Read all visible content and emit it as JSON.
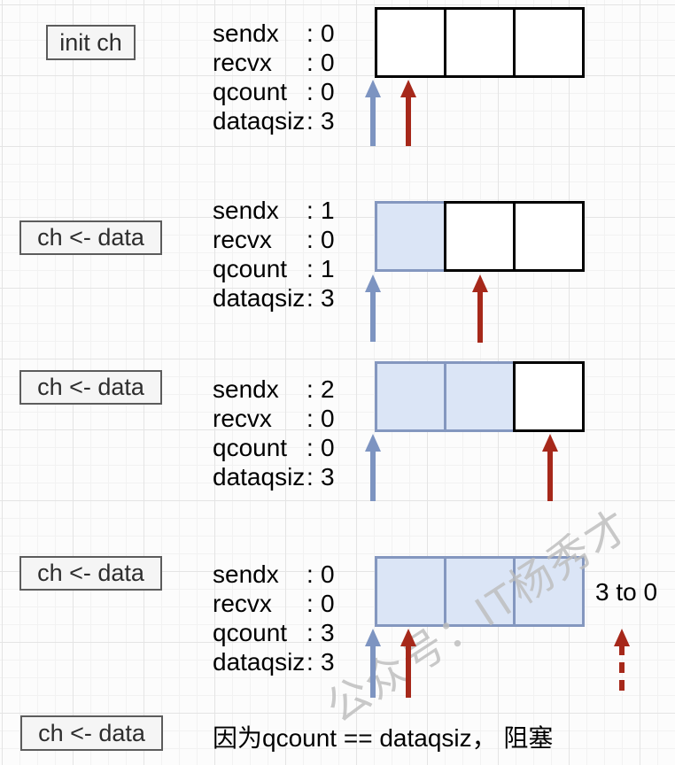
{
  "colors": {
    "blue": "#7d94c1",
    "red": "#a6281a",
    "slot_fill": "#dbe5f6",
    "slot_border": "#8497bf",
    "label_bg": "#f5f5f5",
    "label_border": "#5c5c5c"
  },
  "field_separator": ":",
  "steps": [
    {
      "label": "init ch",
      "fields": [
        {
          "name": "sendx",
          "value": "0"
        },
        {
          "name": "recvx",
          "value": "0"
        },
        {
          "name": "qcount",
          "value": "0"
        },
        {
          "name": "dataqsiz",
          "value": "3"
        }
      ],
      "slots": [
        "empty",
        "empty",
        "empty"
      ]
    },
    {
      "label": "ch <- data",
      "fields": [
        {
          "name": "sendx",
          "value": "1"
        },
        {
          "name": "recvx",
          "value": "0"
        },
        {
          "name": "qcount",
          "value": "1"
        },
        {
          "name": "dataqsiz",
          "value": "3"
        }
      ],
      "slots": [
        "filled",
        "empty",
        "empty"
      ]
    },
    {
      "label": "ch <- data",
      "fields": [
        {
          "name": "sendx",
          "value": "2"
        },
        {
          "name": "recvx",
          "value": "0"
        },
        {
          "name": "qcount",
          "value": "0"
        },
        {
          "name": "dataqsiz",
          "value": "3"
        }
      ],
      "slots": [
        "filled",
        "filled",
        "empty"
      ]
    },
    {
      "label": "ch <- data",
      "fields": [
        {
          "name": "sendx",
          "value": "0"
        },
        {
          "name": "recvx",
          "value": "0"
        },
        {
          "name": "qcount",
          "value": "3"
        },
        {
          "name": "dataqsiz",
          "value": "3"
        }
      ],
      "slots": [
        "filled",
        "filled",
        "filled"
      ],
      "wrap_note": "3 to 0"
    },
    {
      "label": "ch <- data",
      "note": "因为qcount == dataqsiz， 阻塞"
    }
  ],
  "watermark": "公众号：IT杨秀才"
}
